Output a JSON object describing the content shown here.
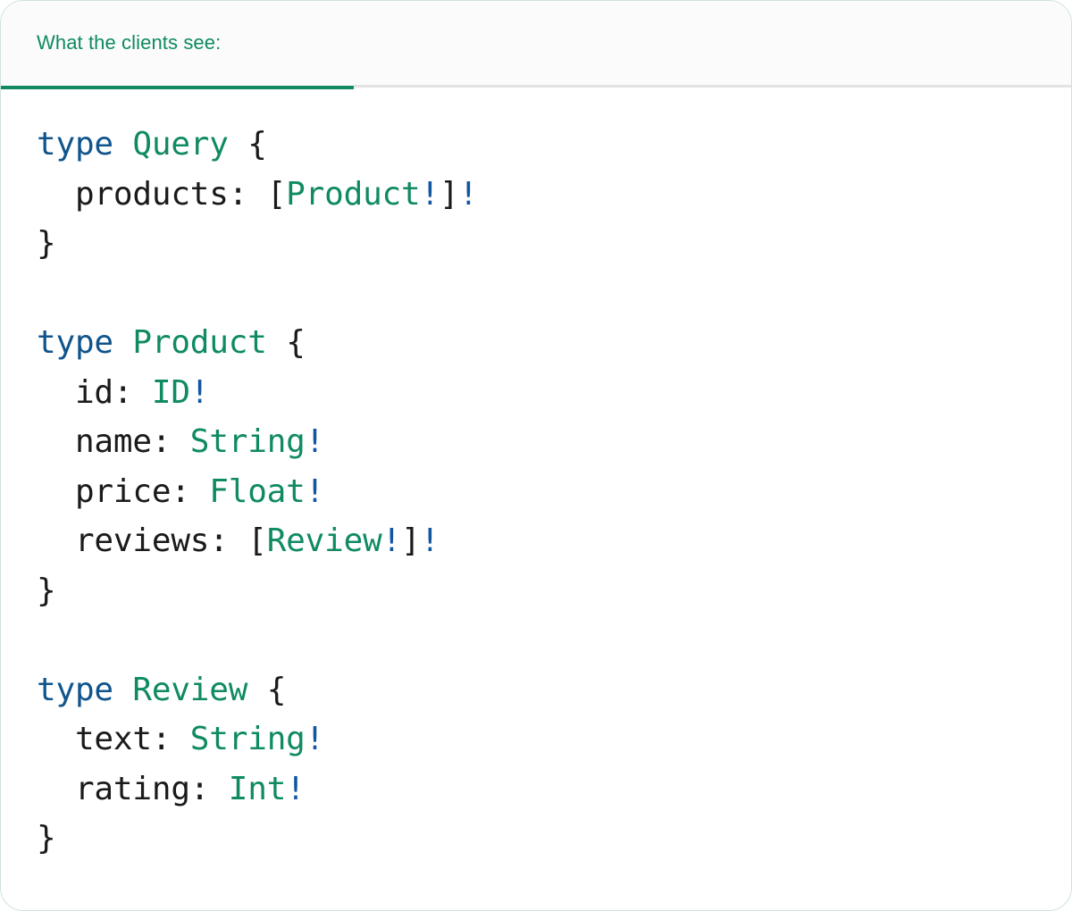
{
  "card": {
    "accent_color": "#0f8a63",
    "keyword_color": "#10548c",
    "bang_color": "#1156a1",
    "punct_color": "#1a1a1a",
    "header_bg": "#fbfbfb",
    "body_bg": "#ffffff",
    "border_color": "#cfe3d8"
  },
  "header": {
    "tab_label": "What the clients see:"
  },
  "code": {
    "language": "graphql",
    "lines": [
      {
        "blank": false,
        "tokens": [
          {
            "t": "type",
            "c": "kw"
          },
          {
            "t": " ",
            "c": "punct"
          },
          {
            "t": "Query",
            "c": "type"
          },
          {
            "t": " ",
            "c": "punct"
          },
          {
            "t": "{",
            "c": "punct"
          }
        ]
      },
      {
        "blank": false,
        "tokens": [
          {
            "t": "  products: ",
            "c": "field"
          },
          {
            "t": "[",
            "c": "punct"
          },
          {
            "t": "Product",
            "c": "type"
          },
          {
            "t": "!",
            "c": "bang"
          },
          {
            "t": "]",
            "c": "punct"
          },
          {
            "t": "!",
            "c": "bang"
          }
        ]
      },
      {
        "blank": false,
        "tokens": [
          {
            "t": "}",
            "c": "punct"
          }
        ]
      },
      {
        "blank": true,
        "tokens": []
      },
      {
        "blank": false,
        "tokens": [
          {
            "t": "type",
            "c": "kw"
          },
          {
            "t": " ",
            "c": "punct"
          },
          {
            "t": "Product",
            "c": "type"
          },
          {
            "t": " ",
            "c": "punct"
          },
          {
            "t": "{",
            "c": "punct"
          }
        ]
      },
      {
        "blank": false,
        "tokens": [
          {
            "t": "  id: ",
            "c": "field"
          },
          {
            "t": "ID",
            "c": "type"
          },
          {
            "t": "!",
            "c": "bang"
          }
        ]
      },
      {
        "blank": false,
        "tokens": [
          {
            "t": "  name: ",
            "c": "field"
          },
          {
            "t": "String",
            "c": "type"
          },
          {
            "t": "!",
            "c": "bang"
          }
        ]
      },
      {
        "blank": false,
        "tokens": [
          {
            "t": "  price: ",
            "c": "field"
          },
          {
            "t": "Float",
            "c": "type"
          },
          {
            "t": "!",
            "c": "bang"
          }
        ]
      },
      {
        "blank": false,
        "tokens": [
          {
            "t": "  reviews: ",
            "c": "field"
          },
          {
            "t": "[",
            "c": "punct"
          },
          {
            "t": "Review",
            "c": "type"
          },
          {
            "t": "!",
            "c": "bang"
          },
          {
            "t": "]",
            "c": "punct"
          },
          {
            "t": "!",
            "c": "bang"
          }
        ]
      },
      {
        "blank": false,
        "tokens": [
          {
            "t": "}",
            "c": "punct"
          }
        ]
      },
      {
        "blank": true,
        "tokens": []
      },
      {
        "blank": false,
        "tokens": [
          {
            "t": "type",
            "c": "kw"
          },
          {
            "t": " ",
            "c": "punct"
          },
          {
            "t": "Review",
            "c": "type"
          },
          {
            "t": " ",
            "c": "punct"
          },
          {
            "t": "{",
            "c": "punct"
          }
        ]
      },
      {
        "blank": false,
        "tokens": [
          {
            "t": "  text: ",
            "c": "field"
          },
          {
            "t": "String",
            "c": "type"
          },
          {
            "t": "!",
            "c": "bang"
          }
        ]
      },
      {
        "blank": false,
        "tokens": [
          {
            "t": "  rating: ",
            "c": "field"
          },
          {
            "t": "Int",
            "c": "type"
          },
          {
            "t": "!",
            "c": "bang"
          }
        ]
      },
      {
        "blank": false,
        "tokens": [
          {
            "t": "}",
            "c": "punct"
          }
        ]
      }
    ]
  }
}
